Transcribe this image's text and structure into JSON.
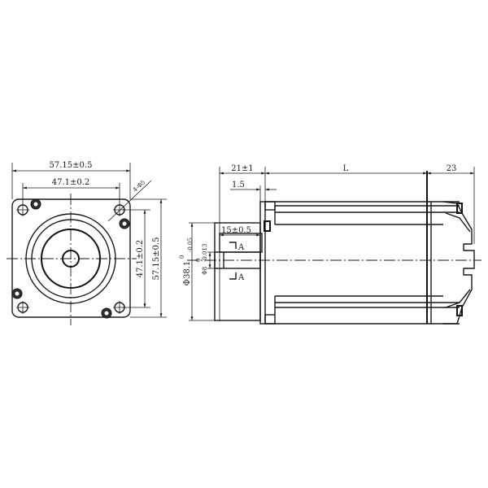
{
  "front_view": {
    "overall_width": "57.15±0.5",
    "hole_spacing_h": "47.1±0.2",
    "hole_spacing_v": "47.1±0.2",
    "overall_height": "57.15±0.5",
    "mounting_holes": "4-Φ5"
  },
  "side_view": {
    "shaft_length": "21±1",
    "flange_thickness": "1.5",
    "body_length": "L",
    "rear_length": "23",
    "key_length": "15±0.5",
    "pilot_diameter": "Φ38.1",
    "pilot_tol_upper": "0",
    "pilot_tol_lower": "-0.05",
    "shaft_diameter": "Φ8",
    "shaft_tol_upper": "0",
    "shaft_tol_lower": "-0.013",
    "section_label_top": "A",
    "section_label_bottom": "A"
  }
}
